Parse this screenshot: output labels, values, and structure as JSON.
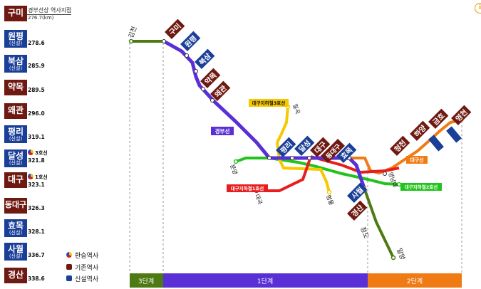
{
  "header": {
    "title": "경부선상 역사지점",
    "distance": "276.7(km)"
  },
  "stations_list": [
    {
      "name": "구미",
      "sub": "",
      "km": "",
      "kind": "existing"
    },
    {
      "name": "원평",
      "sub": "(신설)",
      "km": "278.6",
      "kind": "new"
    },
    {
      "name": "북삼",
      "sub": "(신설)",
      "km": "285.9",
      "kind": "new"
    },
    {
      "name": "약목",
      "sub": "",
      "km": "289.5",
      "kind": "existing"
    },
    {
      "name": "왜관",
      "sub": "",
      "km": "296.0",
      "kind": "existing"
    },
    {
      "name": "평리",
      "sub": "(신설)",
      "km": "319.1",
      "kind": "new"
    },
    {
      "name": "달성",
      "sub": "(신설)",
      "km": "321.8",
      "kind": "new",
      "transfer": "3호선"
    },
    {
      "name": "대구",
      "sub": "",
      "km": "323.1",
      "kind": "existing",
      "transfer": "1호선"
    },
    {
      "name": "동대구",
      "sub": "",
      "km": "326.3",
      "kind": "existing"
    },
    {
      "name": "효목",
      "sub": "(신설)",
      "km": "328.1",
      "kind": "new"
    },
    {
      "name": "사월",
      "sub": "(신설)",
      "km": "336.7",
      "kind": "new"
    },
    {
      "name": "경산",
      "sub": "",
      "km": "338.6",
      "kind": "existing"
    }
  ],
  "legend": [
    {
      "label": "환승역사",
      "type": "transfer"
    },
    {
      "label": "기존역사",
      "type": "existing"
    },
    {
      "label": "신설역사",
      "type": "new"
    }
  ],
  "map": {
    "end_stations": {
      "gimcheon": "김천",
      "cheongdo": "청도",
      "milyang": "밀양"
    },
    "map_stations": {
      "gumi": "구미",
      "wonpyeong": "원평",
      "buksam": "북삼",
      "yakmok": "약목",
      "waegwan": "왜관",
      "pyeongri": "평리",
      "dalseong": "달성",
      "daegu": "대구",
      "dongdaegu": "동대구",
      "hyomok": "효목",
      "sawol": "사월",
      "gyeongsan": "경산",
      "jeongcheon": "청천",
      "hayang": "하양",
      "geumho": "금호",
      "yeongcheon": "영천"
    },
    "line_labels": {
      "gyeongbu": "경부선",
      "daegu_line": "대구선",
      "subway1": "대구지하철1호선",
      "subway2": "대구지하철2호선",
      "subway3": "대구지하철3호선",
      "chilgok": "칠곡",
      "munyang": "문양",
      "daegok": "대곡",
      "beomul": "범물",
      "yeongnamdae": "영남대"
    },
    "phases": [
      {
        "label": "3단계",
        "color": "#4e7a14"
      },
      {
        "label": "1단계",
        "color": "#5a2fd6"
      },
      {
        "label": "2단계",
        "color": "#f07b14"
      }
    ],
    "colors": {
      "gyeongbu": "#5a2fd6",
      "daegu_line": "#f07b14",
      "line1": "#e61e1e",
      "line2": "#22c41c",
      "line3": "#f5c800",
      "phase3": "#4e7a14",
      "existing": "#6e1a12",
      "new": "#1a3f98"
    }
  }
}
